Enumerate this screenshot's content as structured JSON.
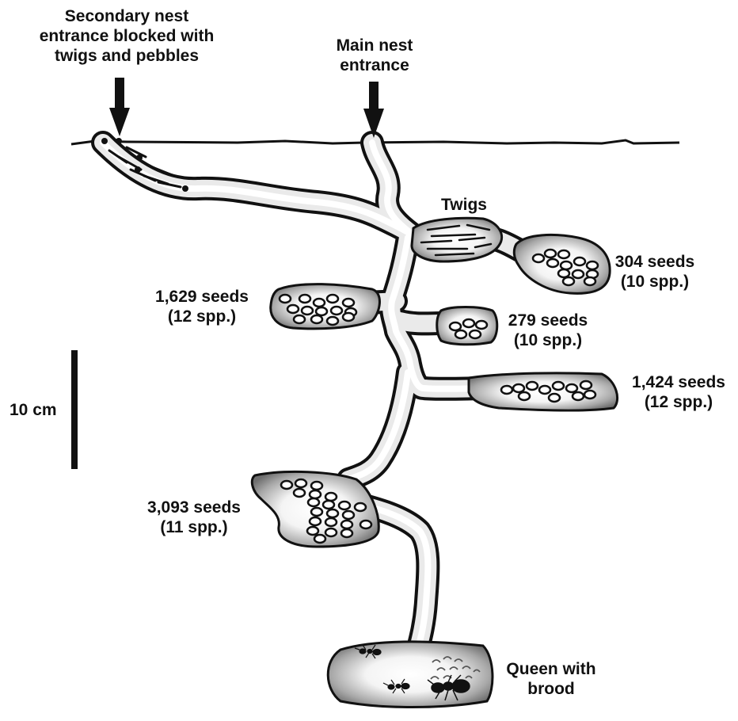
{
  "labels": {
    "secondary_entrance": [
      "Secondary nest",
      "entrance blocked with",
      "twigs and pebbles"
    ],
    "main_entrance": [
      "Main nest",
      "entrance"
    ],
    "twigs": "Twigs",
    "chamber_304": [
      "304 seeds",
      "(10 spp.)"
    ],
    "chamber_1629": [
      "1,629 seeds",
      "(12 spp.)"
    ],
    "chamber_279": [
      "279 seeds",
      "(10 spp.)"
    ],
    "chamber_1424": [
      "1,424 seeds",
      "(12 spp.)"
    ],
    "chamber_3093": [
      "3,093 seeds",
      "(11 spp.)"
    ],
    "queen": [
      "Queen with",
      "brood"
    ],
    "scale": "10 cm"
  },
  "colors": {
    "outline": "#111111",
    "chamber_fill": "#8c8c8c",
    "tunnel_fill": "#e8e8e8",
    "background": "#ffffff"
  }
}
